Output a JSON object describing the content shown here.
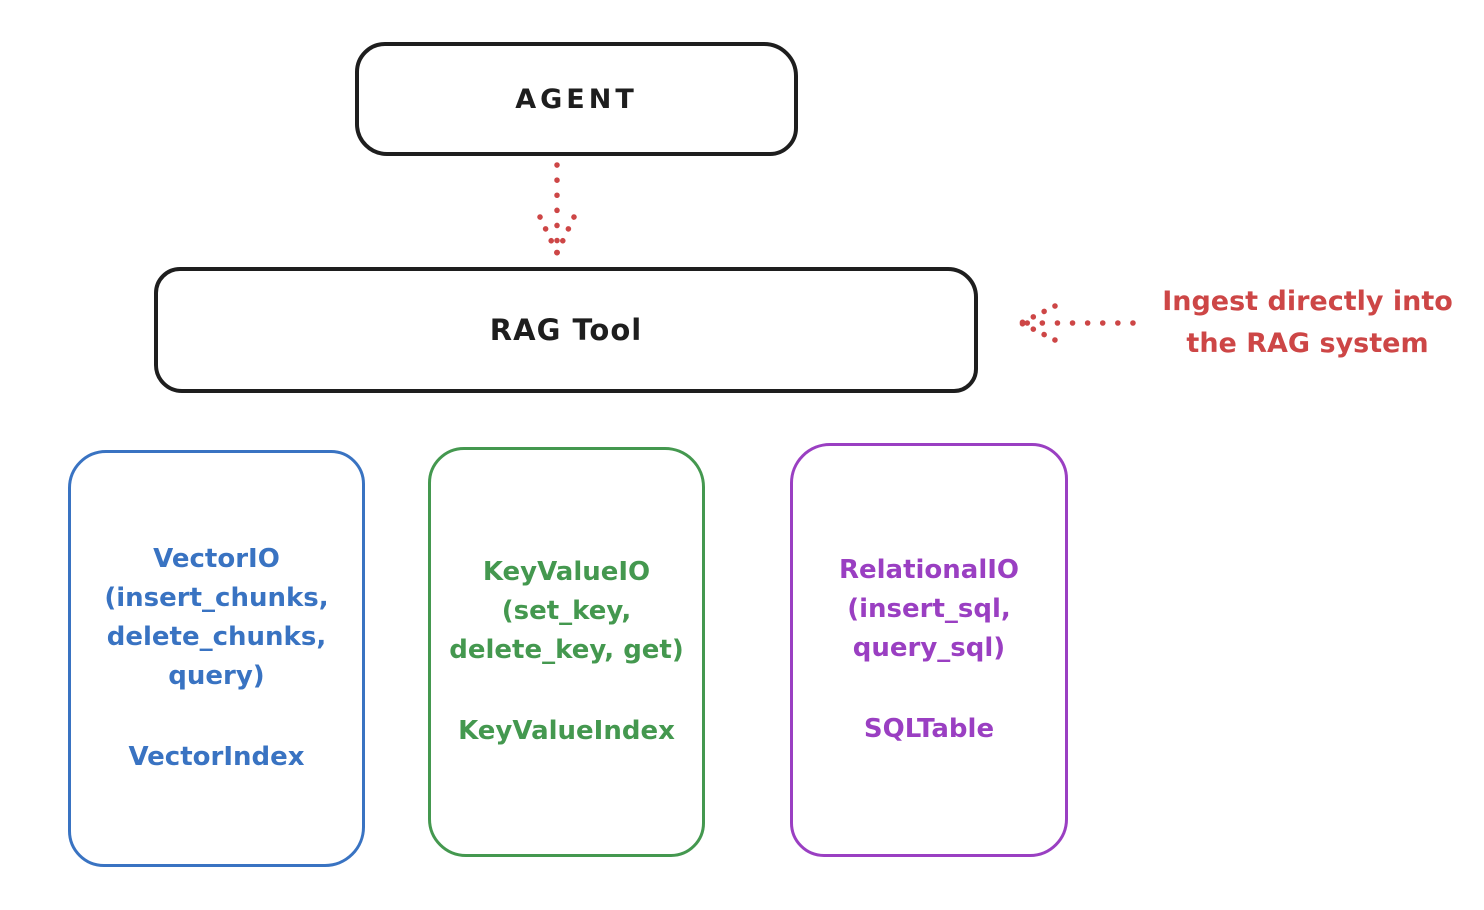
{
  "diagram": {
    "agent": {
      "label": "AGENT"
    },
    "rag_tool": {
      "label": "RAG Tool"
    },
    "annotation": {
      "text": "Ingest directly into\nthe RAG system"
    },
    "io_nodes": [
      {
        "id": "vector-io",
        "title": "VectorIO\n(insert_chunks,\ndelete_chunks,\nquery)",
        "subtitle": "VectorIndex",
        "color": "#3973c2"
      },
      {
        "id": "keyvalue-io",
        "title": "KeyValueIO\n(set_key,\ndelete_key, get)",
        "subtitle": "KeyValueIndex",
        "color": "#44984f"
      },
      {
        "id": "relational-io",
        "title": "RelationalIO\n(insert_sql,\nquery_sql)",
        "subtitle": "SQLTable",
        "color": "#9a3fc2"
      }
    ],
    "colors": {
      "node_stroke": "#1e1e1e",
      "arrow_and_annotation": "#cd4646",
      "background": "#ffffff"
    }
  }
}
